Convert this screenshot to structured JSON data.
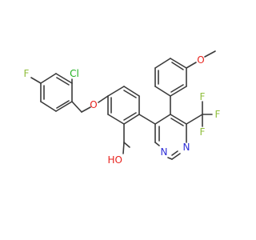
{
  "molecule": {
    "atom_labels": {
      "fluoro_aryl": "F",
      "chloro": "Cl",
      "ether_oxygen": "O",
      "hydroxyl": "HO",
      "methoxy_oxygen": "O",
      "pyrimidine_n1": "N",
      "pyrimidine_n3": "N",
      "cf3_f_top": "F",
      "cf3_f_right": "F",
      "cf3_f_bottom": "F"
    },
    "colors": {
      "bond": "#3b3b3b",
      "fluorine": "#8fbe3c",
      "chlorine": "#1fb01f",
      "oxygen": "#e8231e",
      "nitrogen": "#2e2ed6"
    }
  }
}
